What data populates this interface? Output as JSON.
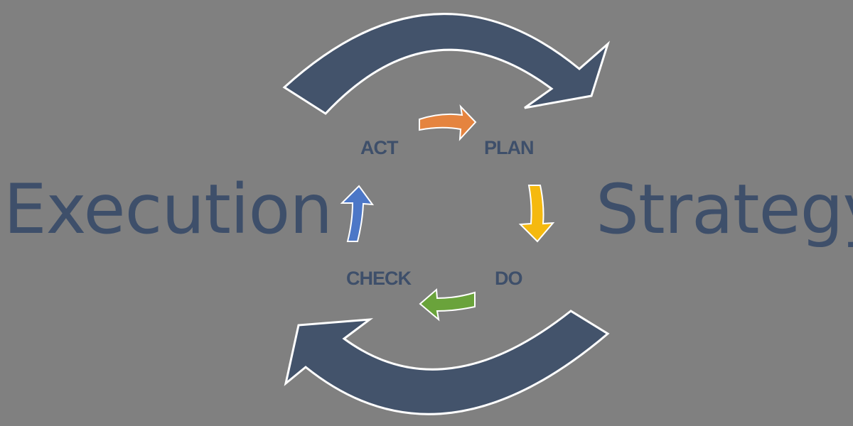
{
  "diagram": {
    "left_word": "Execution",
    "right_word": "Strategy",
    "cycle_labels": {
      "act": "ACT",
      "plan": "PLAN",
      "do": "DO",
      "check": "CHECK"
    }
  },
  "colors": {
    "background": "#808080",
    "text": "#3e4f6a",
    "big_arrow": "#43536b",
    "arrow_outline": "#ffffff",
    "act_to_plan": "#e5843f",
    "plan_to_do": "#f5b90f",
    "do_to_check": "#6aa33b",
    "check_to_act": "#4c77c7"
  }
}
